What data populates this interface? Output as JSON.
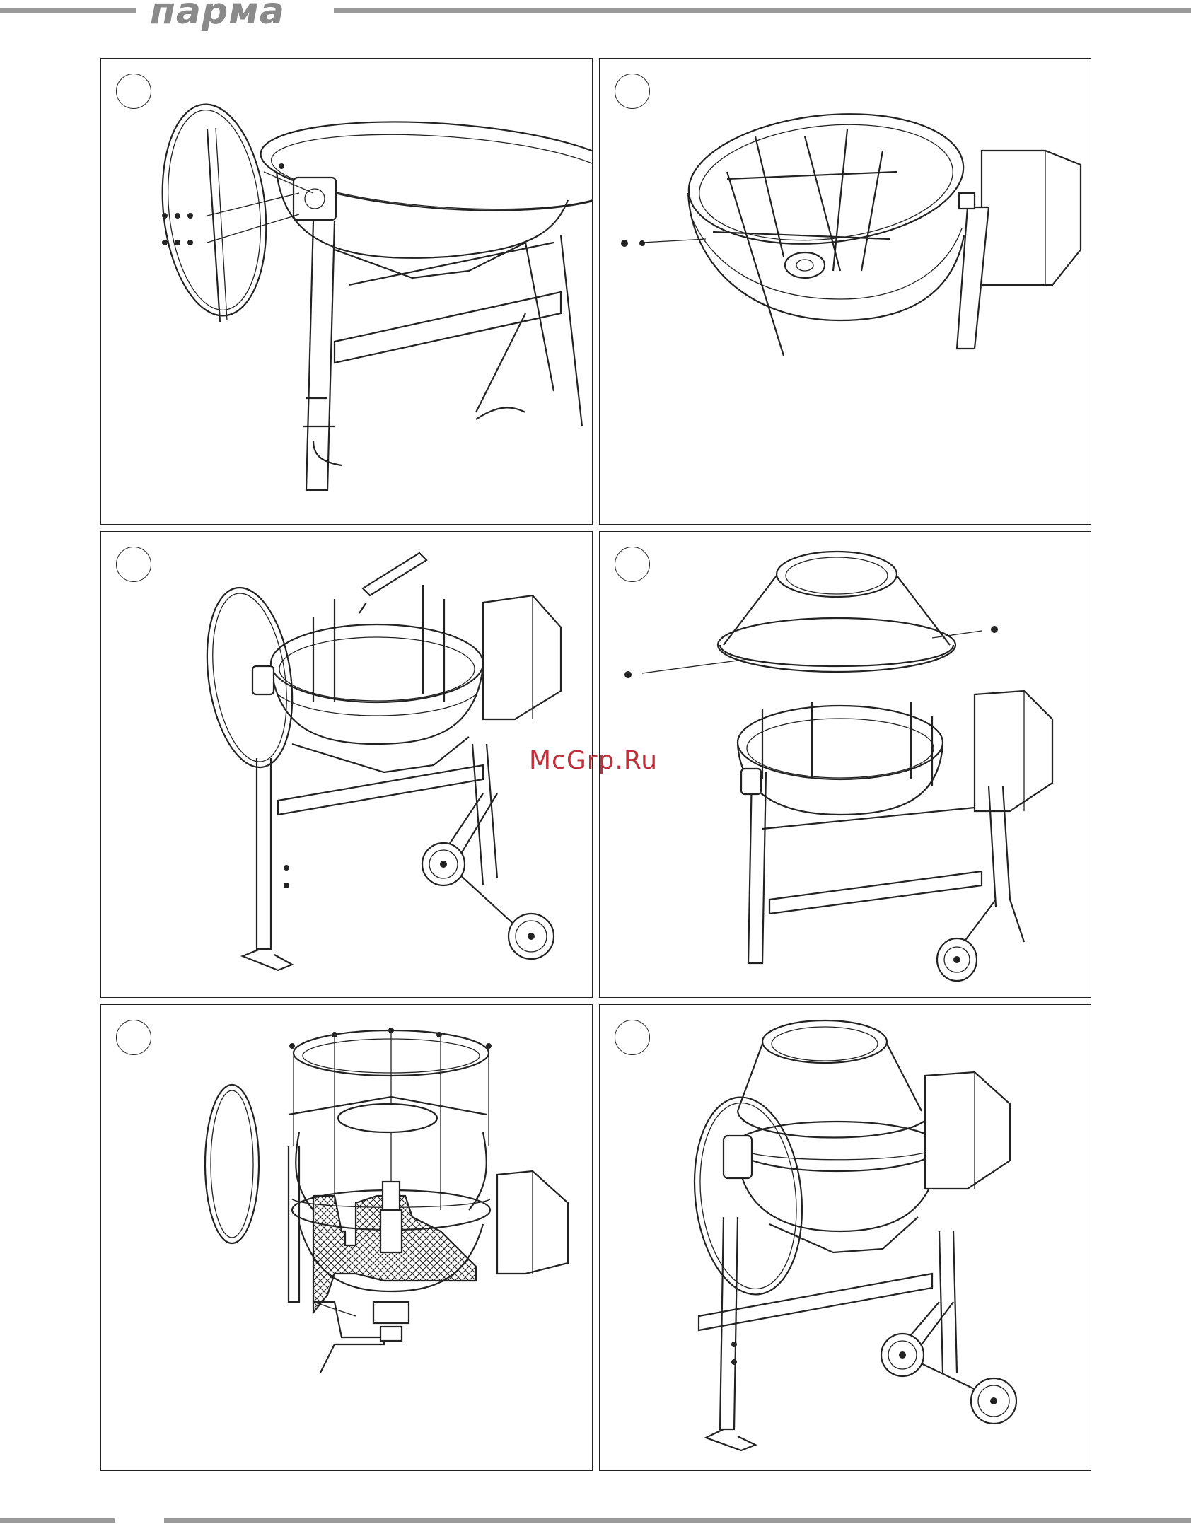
{
  "header": {
    "brand": "парма"
  },
  "panels": [
    {
      "id": 1,
      "label": ""
    },
    {
      "id": 2,
      "label": ""
    },
    {
      "id": 3,
      "label": ""
    },
    {
      "id": 4,
      "label": ""
    },
    {
      "id": 5,
      "label": ""
    },
    {
      "id": 6,
      "label": ""
    }
  ],
  "watermark": {
    "text": "McGrp.Ru"
  },
  "colors": {
    "rule": "#9a9a9a",
    "ink": "#222222",
    "watermark": "#c0303a"
  }
}
